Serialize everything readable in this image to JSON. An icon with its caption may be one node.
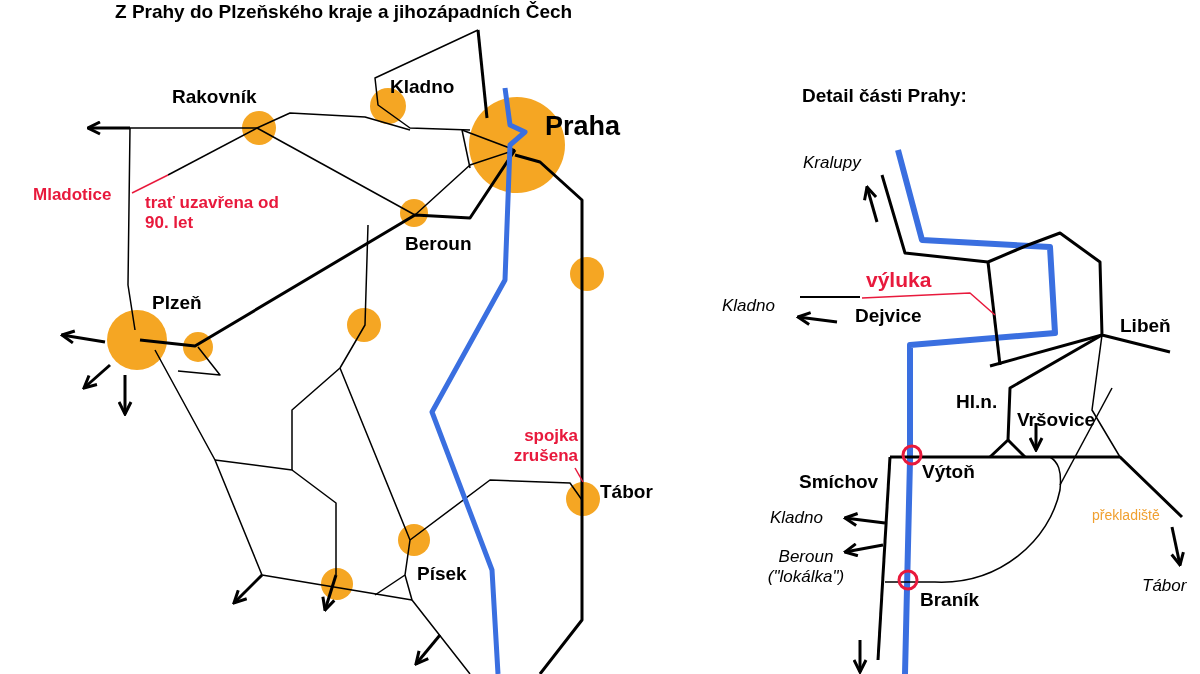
{
  "diagram": {
    "title": "Z Prahy do Plzeňského kraje a jihozápadních Čech",
    "nodes": [
      {
        "text": [
          "Mladotice"
        ]
      },
      {
        "text": [
          "výluka"
        ]
      },
      {
        "text": [
          "spojka zrušena"
        ]
      }
    ],
    "edges": [
      {
        "from": 0,
        "to": null,
        "arrow": "none"
      },
      {
        "from": 1,
        "to": null,
        "arrow": "none"
      },
      {
        "from": 2,
        "to": null,
        "arrow": "none"
      }
    ],
    "labels": [
      "Kladno",
      "Rakovník",
      "Praha",
      "Detail části Prahy:",
      "Kralupy",
      "trať uzavřena od 90. let",
      "Beroun",
      "Kladno",
      "Plzeň",
      "Dejvice",
      "Libeň",
      "Hl.n.",
      "Vršovice",
      "Výtoň",
      "Smíchov",
      "Tábor",
      "Kladno",
      "překladiště",
      "Beroun (\"lokálka\")",
      "Písek",
      "Tábor",
      "Braník"
    ]
  }
}
